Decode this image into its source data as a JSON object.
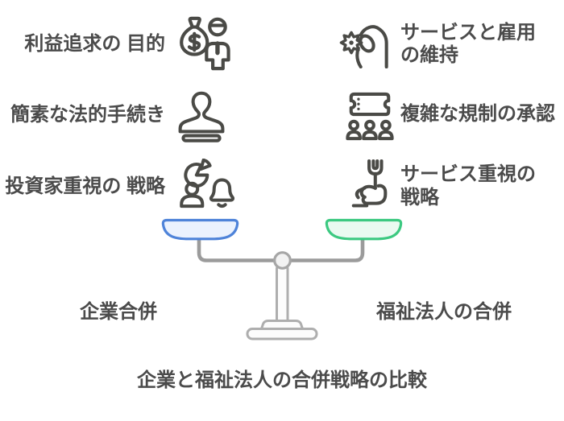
{
  "title": "企業と福祉法人の合併戦略の比較",
  "left_side": {
    "pan_label": "企業合併",
    "items": [
      {
        "label": "利益追求の 目的",
        "icon": "businessman-money-icon"
      },
      {
        "label": "簡素な法的手続き",
        "icon": "stamp-icon"
      },
      {
        "label": "投資家重視の 戦略",
        "icon": "pie-chart-person-bell-icon"
      }
    ]
  },
  "right_side": {
    "pan_label": "福祉法人の合併",
    "items": [
      {
        "lines": [
          "サービスと雇用",
          "の維持"
        ],
        "icon": "hand-holding-gear-icon"
      },
      {
        "lines": [
          "複雑な規制の承認",
          ""
        ],
        "icon": "ticket-audience-icon"
      },
      {
        "lines": [
          "サービス重視の",
          "戦略"
        ],
        "icon": "hand-holding-wrench-icon"
      }
    ]
  },
  "colors": {
    "text": "#4b4b4b",
    "icon": "#4a4a46",
    "beam": "#9b9b9b",
    "pivot_stroke": "#a6a6a6",
    "pivot_fill": "#f2f2f2",
    "stand_fill": "#fcfcfc",
    "stand_stroke": "#aeaeae",
    "left_pan_border": "#4e83d9",
    "left_pan_fill": "#ebf2fe",
    "right_pan_border": "#3cc981",
    "right_pan_fill": "#eafaf1"
  }
}
